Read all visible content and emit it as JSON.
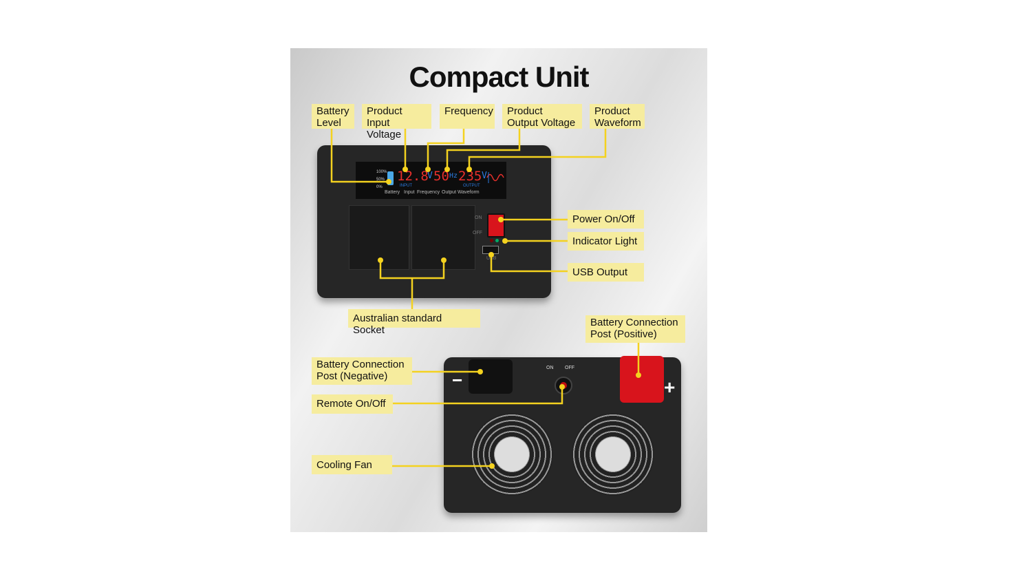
{
  "title": "Compact Unit",
  "labels": {
    "battery_level": "Battery\nLevel",
    "input_voltage": "Product\nInput Voltage",
    "frequency": "Frequency",
    "output_voltage": "Product\nOutput Voltage",
    "waveform": "Product\nWaveform",
    "power": "Power On/Off",
    "indicator": "Indicator Light",
    "usb": "USB Output",
    "socket": "Australian standard Socket",
    "positive": "Battery Connection\nPost (Positive)",
    "negative": "Battery Connection\nPost (Negative)",
    "remote": "Remote On/Off",
    "fan": "Cooling Fan"
  },
  "display": {
    "battery_ticks": [
      "100%",
      "50%",
      "0%"
    ],
    "input_value": "12.8",
    "input_unit": "V",
    "input_tag": "INPUT",
    "freq_value": "50",
    "freq_unit": "Hz",
    "output_value": "235",
    "output_unit": "V",
    "output_tag": "OUTPUT",
    "captions": [
      "Battery",
      "Input",
      "Frequency",
      "Output",
      "Waveform"
    ]
  },
  "front": {
    "on": "ON",
    "off": "OFF",
    "usb": "USB"
  },
  "back": {
    "on": "ON",
    "off": "OFF",
    "minus": "−",
    "plus": "+"
  },
  "colors": {
    "label_bg": "#f6ec9e",
    "line": "#f4d21f",
    "red_post": "#d8141c"
  }
}
